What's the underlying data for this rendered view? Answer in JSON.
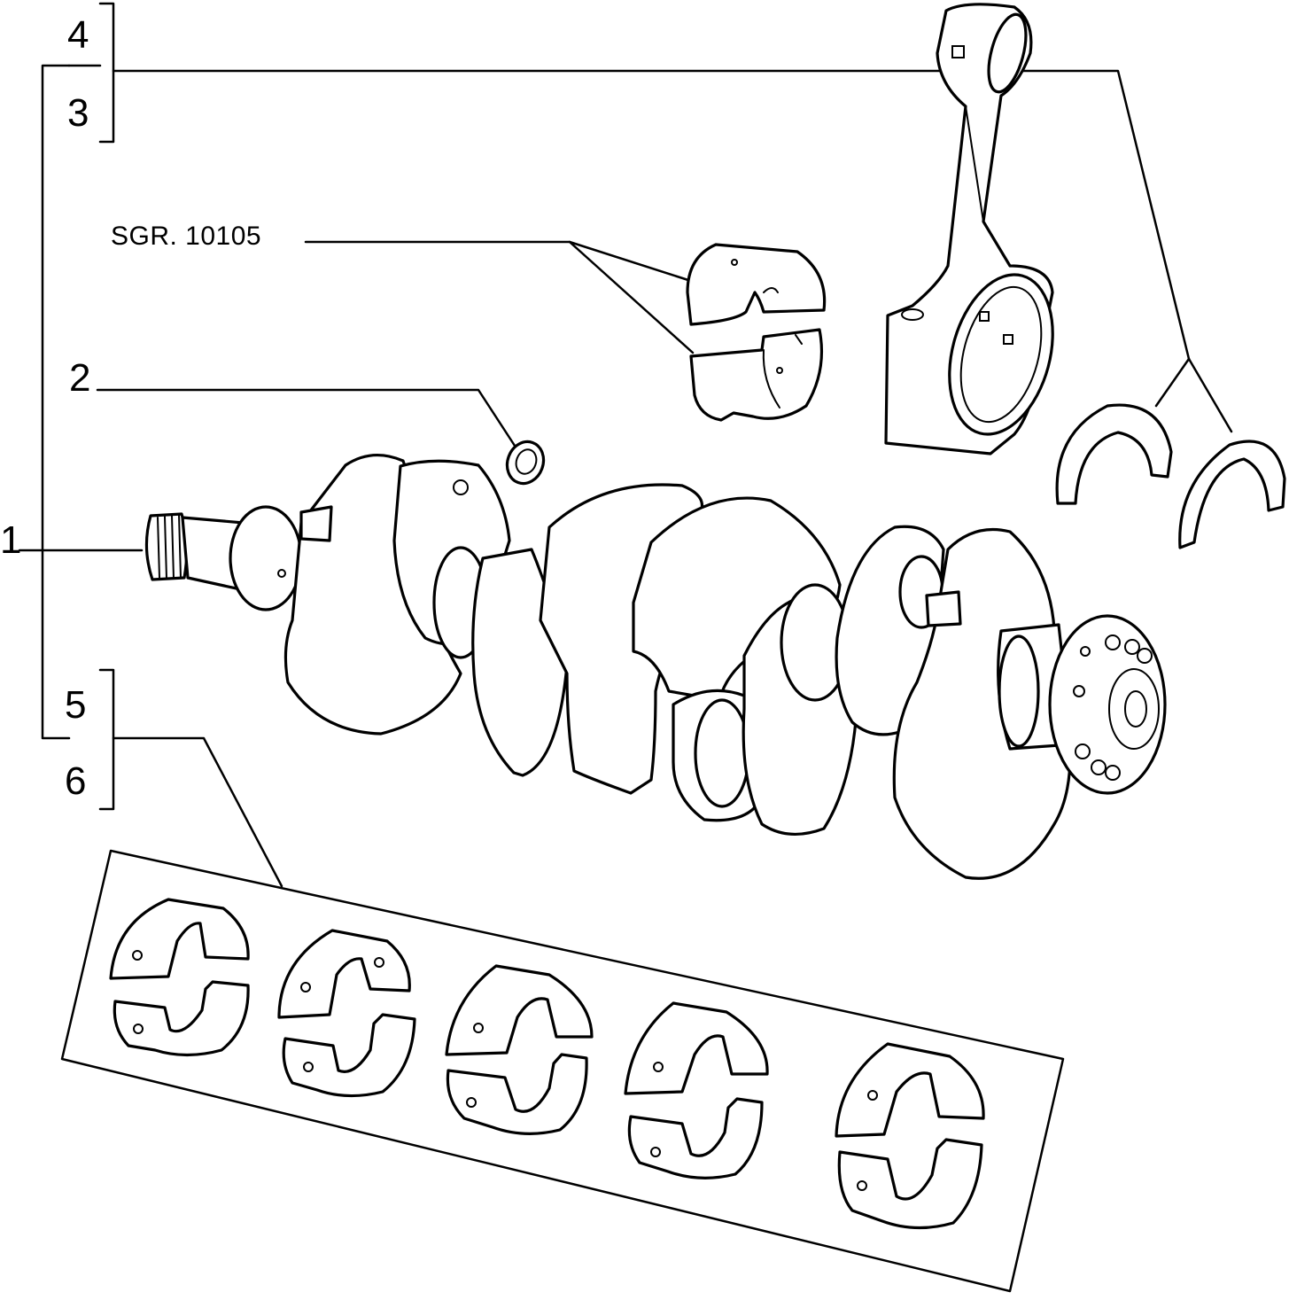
{
  "diagram": {
    "callouts": {
      "c1": "1",
      "c2": "2",
      "c3": "3",
      "c4": "4",
      "c5": "5",
      "c6": "6"
    },
    "reference_label": "SGR. 10105"
  }
}
